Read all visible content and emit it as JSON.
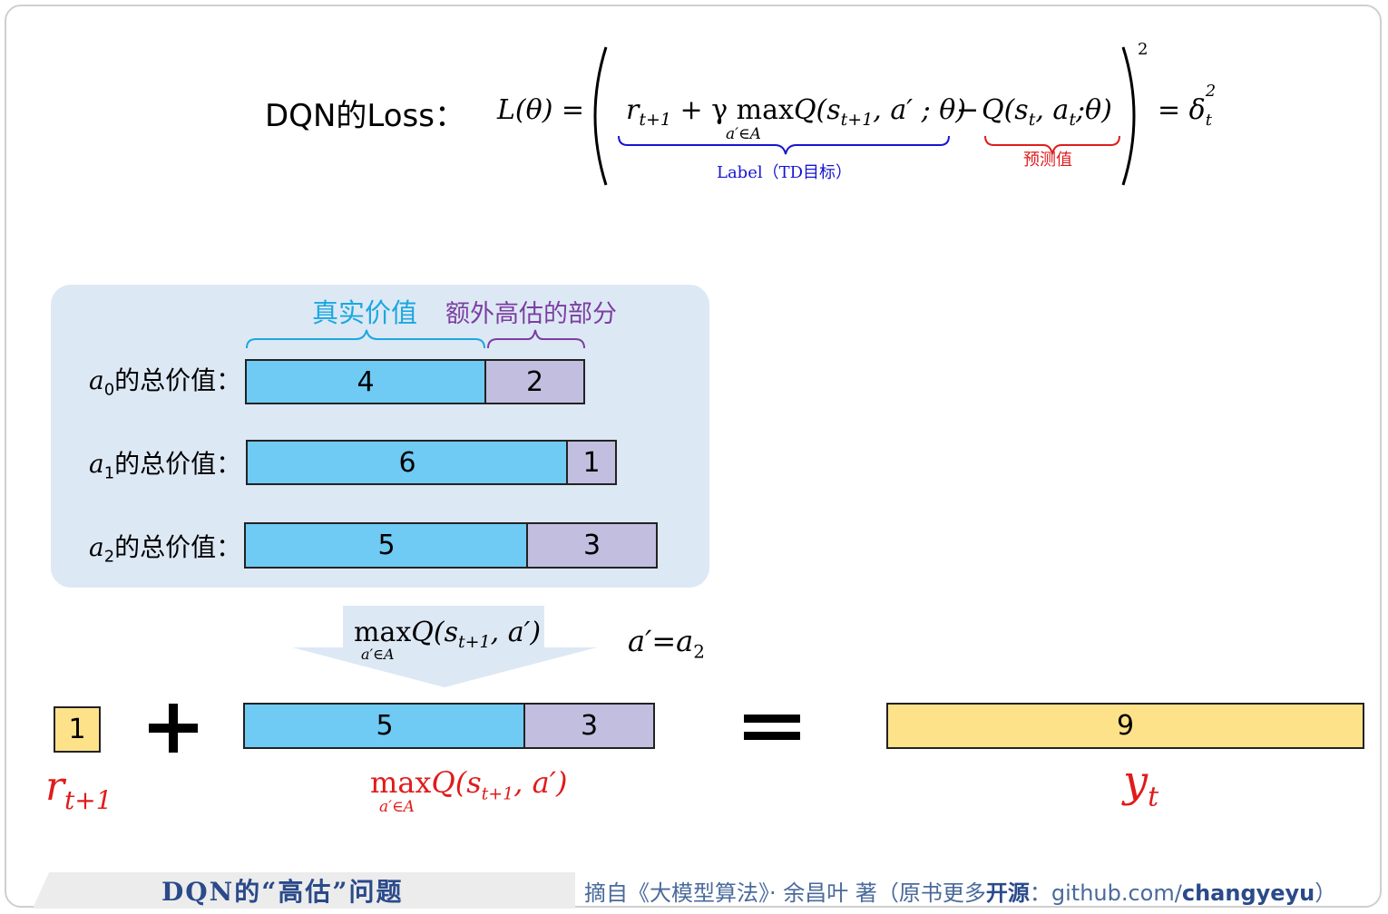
{
  "formula": {
    "prefix": "DQN的Loss：",
    "lhs": "L(θ) =",
    "target_r": "r",
    "target_r_sub": "t+1",
    "target_plus_gamma": "+ γ max",
    "max_sub": "a′∈A",
    "target_q": "Q(s",
    "target_q_sub": "t+1",
    "target_q_rest": ", a′ ; θ)",
    "minus": "−",
    "pred_q": "Q(s",
    "pred_s_sub": "t",
    "pred_mid": ", a",
    "pred_a_sub": "t",
    "pred_end": ";θ)",
    "square": "2",
    "equals_delta": "= δ",
    "delta_sub": "t",
    "delta_sup": "2",
    "label_target": "Label（TD目标）",
    "label_pred": "预测值"
  },
  "panel": {
    "head_true": "真实价值",
    "head_over": "额外高估的部分",
    "rows": [
      {
        "var": "a",
        "sub": "0",
        "suffix": "的总价值：",
        "true_value": "4",
        "over_value": "2"
      },
      {
        "var": "a",
        "sub": "1",
        "suffix": "的总价值：",
        "true_value": "6",
        "over_value": "1"
      },
      {
        "var": "a",
        "sub": "2",
        "suffix": "的总价值：",
        "true_value": "5",
        "over_value": "3"
      }
    ]
  },
  "arrow": {
    "max": "max",
    "max_sub": "a′∈A",
    "q": "Q(s",
    "q_sub": "t+1",
    "q_rest": ", a′)",
    "choice": "a′=a",
    "choice_sub": "2"
  },
  "equation": {
    "reward_value": "1",
    "plus": "+",
    "max_true": "5",
    "max_over": "3",
    "equals": "=",
    "result": "9",
    "reward_label": "r",
    "reward_sub": "t+1",
    "max_label": "max",
    "max_label_sub": "a′∈A",
    "max_label_q": "Q(s",
    "max_label_q_sub": "t+1",
    "max_label_q_rest": ", a′)",
    "result_label": "y",
    "result_sub": "t"
  },
  "footer": {
    "title": "DQN的“高估”问题",
    "source_pre": "摘自《大模型算法》· 余昌叶 著（原书更多",
    "source_bold": "开源",
    "source_mid": "：github.com/",
    "source_user": "changyeyu",
    "source_end": "）"
  },
  "colors": {
    "true_bar": "#6fcaf4",
    "over_bar": "#c1bedf",
    "result_bar": "#fde28a",
    "panel_bg": "#dde8f5",
    "cyan_text": "#1aa8e0",
    "purple_text": "#7b3fa0",
    "red": "#e01b1b",
    "blue_label": "#1515d0"
  }
}
